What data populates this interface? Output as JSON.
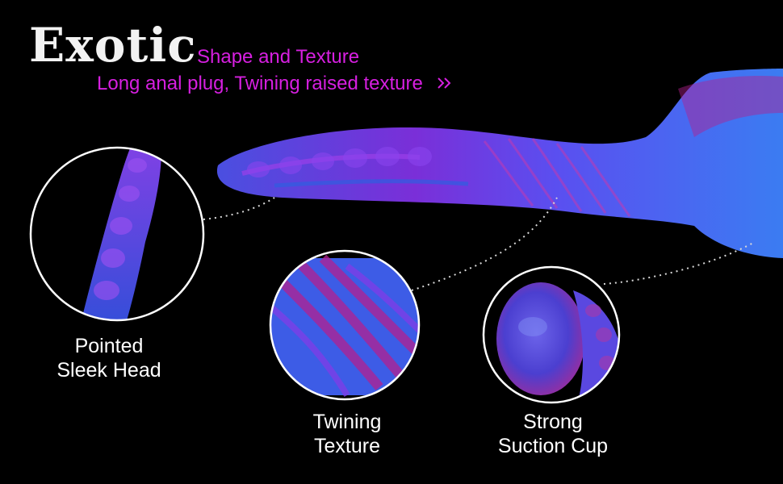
{
  "header": {
    "title": "Exotic",
    "subtitle": "Shape and Texture",
    "tagline": "Long anal plug, Twining raised texture",
    "tagline_icon": "double-chevron-right-icon"
  },
  "callouts": [
    {
      "line1": "Pointed",
      "line2": "Sleek Head"
    },
    {
      "line1": "Twining",
      "line2": "Texture"
    },
    {
      "line1": "Strong",
      "line2": "Suction Cup"
    }
  ],
  "colors": {
    "background": "#000000",
    "accent": "#d61fe0",
    "product_purple": "#6a2bd6",
    "product_blue": "#3a6ef0",
    "product_magenta": "#b3208f"
  }
}
